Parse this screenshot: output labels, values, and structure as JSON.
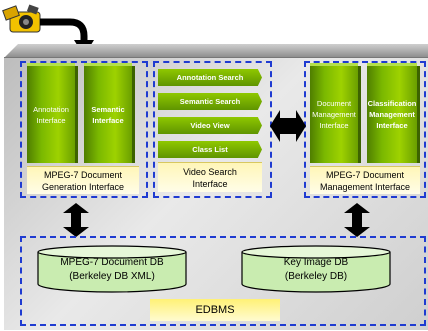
{
  "generation_group": {
    "annotation_interface": "Annotation\nInterface",
    "semantic_interface": "Semantic\nInterface",
    "title": "MPEG-7 Document\nGeneration Interface"
  },
  "search_group": {
    "items": [
      "Annotation Search",
      "Semantic Search",
      "Video View",
      "Class List"
    ],
    "title": "Video Search\nInterface"
  },
  "management_group": {
    "document_management_interface": "Document\nManagement\nInterface",
    "classification_management_interface": "Classification\nManagement\nInterface",
    "title": "MPEG-7 Document\nManagement Interface"
  },
  "databases": {
    "mpeg7_db": "MPEG-7 Document DB\n(Berkeley DB XML)",
    "key_image_db": "Key Image DB\n(Berkeley DB)"
  },
  "edbms_label": "EDBMS",
  "colors": {
    "dashed_border": "#1f3bd1",
    "block_green": "#7ab800",
    "label_yellow": "#fff6b8",
    "db_green": "#c9ecb0",
    "arrow_black": "#000000"
  }
}
